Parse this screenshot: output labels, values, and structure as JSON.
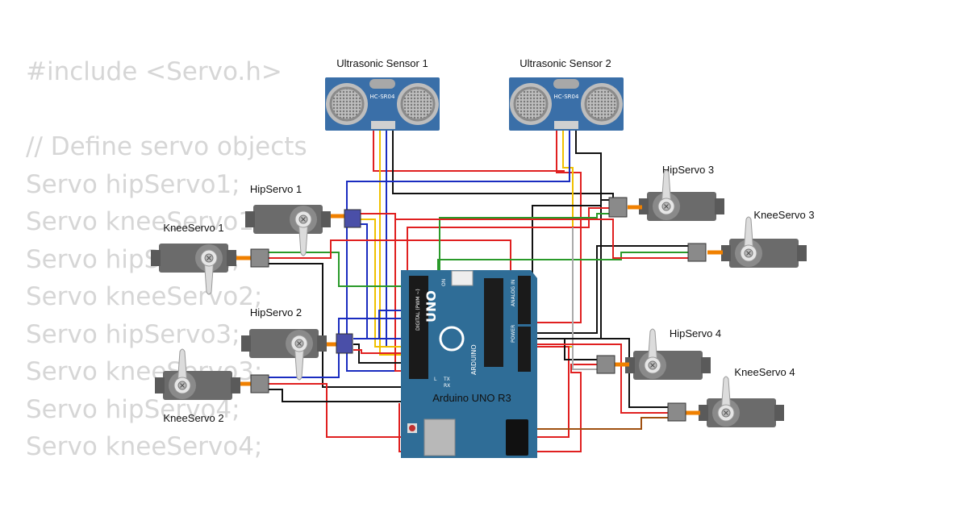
{
  "code_lines": [
    "#include <Servo.h>",
    "",
    "// Define servo objects",
    "Servo hipServo1;",
    "Servo kneeServo1;",
    "Servo hipServo2;",
    "Servo kneeServo2;",
    "Servo hipServo3;",
    "Servo kneeServo3;",
    "Servo hipServo4;",
    "Servo kneeServo4;"
  ],
  "sensors": [
    {
      "label": "Ultrasonic Sensor 1",
      "model": "HC-SR04"
    },
    {
      "label": "Ultrasonic Sensor 2",
      "model": "HC-SR04"
    }
  ],
  "servos": {
    "hip1": "HipServo 1",
    "knee1": "KneeServo 1",
    "hip2": "HipServo 2",
    "knee2": "KneeServo 2",
    "hip3": "HipServo 3",
    "knee3": "KneeServo 3",
    "hip4": "HipServo 4",
    "knee4": "KneeServo 4"
  },
  "board": {
    "label": "Arduino UNO R3",
    "uno": "UNO",
    "brand": "ARDUINO",
    "digital_header": "DIGITAL (PWM ~)",
    "power_header": "POWER",
    "analog_header": "ANALOG IN",
    "on_label": "ON",
    "tx_label": "TX",
    "rx_label": "RX",
    "l_label": "L"
  },
  "colors": {
    "board": "#2f6d97",
    "sensor": "#3a6fa8",
    "servo_body": "#666666",
    "wire_red": "#e02020",
    "wire_black": "#111111",
    "wire_yellow": "#f0c000",
    "wire_blue": "#1a2cc0",
    "wire_green": "#2a9a2a",
    "wire_orange": "#f08000",
    "wire_brown": "#a05010",
    "code_text": "#d6d6d6"
  }
}
